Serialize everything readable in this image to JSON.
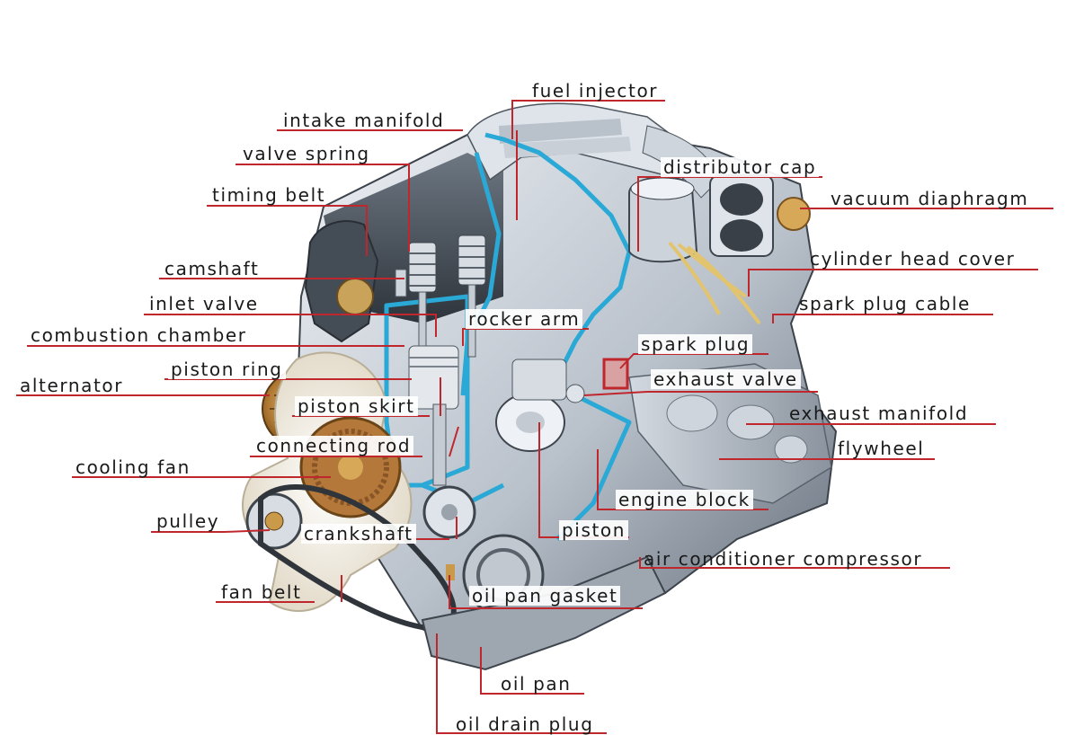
{
  "labels": {
    "fuel_injector": "fuel injector",
    "intake_manifold": "intake manifold",
    "valve_spring": "valve spring",
    "timing_belt": "timing belt",
    "distributor_cap": "distributor cap",
    "vacuum_diaphragm": "vacuum diaphragm",
    "camshaft": "camshaft",
    "cylinder_head_cover": "cylinder head cover",
    "inlet_valve": "inlet valve",
    "spark_plug_cable": "spark plug cable",
    "rocker_arm": "rocker arm",
    "combustion_chamber": "combustion chamber",
    "spark_plug": "spark plug",
    "piston_ring": "piston ring",
    "exhaust_valve": "exhaust valve",
    "alternator": "alternator",
    "piston_skirt": "piston skirt",
    "exhaust_manifold": "exhaust manifold",
    "connecting_rod": "connecting rod",
    "flywheel": "flywheel",
    "cooling_fan": "cooling fan",
    "engine_block": "engine block",
    "pulley": "pulley",
    "crankshaft": "crankshaft",
    "piston": "piston",
    "air_conditioner_compressor": "air conditioner compressor",
    "fan_belt": "fan belt",
    "oil_pan_gasket": "oil pan gasket",
    "oil_pan": "oil pan",
    "oil_drain_plug": "oil drain plug"
  },
  "colors": {
    "leader": "#c0272d",
    "cutaway": "#2aa9d6",
    "metal_light": "#dfe4ea",
    "metal_mid": "#aeb6c0",
    "metal_dark": "#4a5460",
    "fan": "#f2eee4",
    "brass": "#c89a4a",
    "copper": "#b86a2e"
  }
}
